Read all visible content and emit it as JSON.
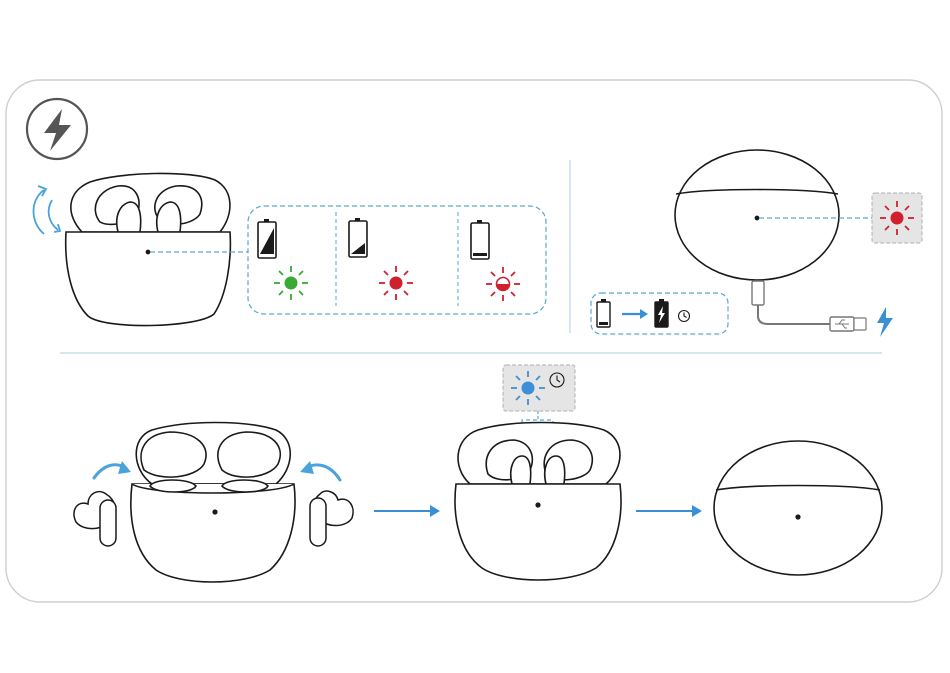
{
  "section": "charging",
  "icons": {
    "header": "lightning-icon",
    "case_led": "led-light-icon",
    "battery": "battery-icon",
    "clock": "clock-icon",
    "usb": "usb-icon",
    "arrow": "arrow-right-icon",
    "rotate": "rotate-arrows-icon"
  },
  "colors": {
    "led_green": "#3aaa35",
    "led_red": "#d0202e",
    "led_blue": "#3f8fd8",
    "dash_blue": "#5aa6d6",
    "accent_blue": "#3a8fd4",
    "callout_bg": "#e5e5e5",
    "outline": "#1a1a1a",
    "frame": "#cfcfcf"
  },
  "battery_status": [
    {
      "level": 0.8,
      "led": "green"
    },
    {
      "level": 0.35,
      "led": "red"
    },
    {
      "level": 0.1,
      "led": "red-blinking"
    }
  ],
  "charging_status": {
    "from_level": 0.15,
    "to_level": 1.0,
    "led_while_charging": "red"
  },
  "pairing": {
    "led": "blue"
  }
}
